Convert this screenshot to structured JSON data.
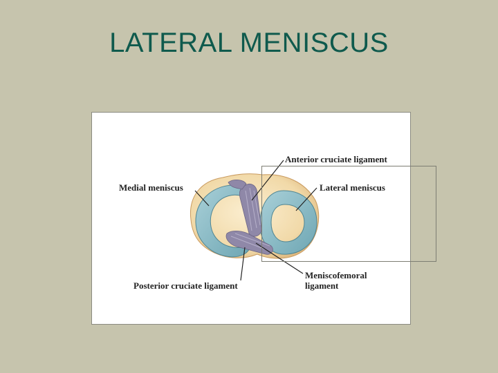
{
  "slide": {
    "title": "LATERAL MENISCUS"
  },
  "diagram": {
    "labels": {
      "anterior_cruciate": "Anterior cruciate ligament",
      "medial_meniscus": "Medial meniscus",
      "lateral_meniscus": "Lateral meniscus",
      "posterior_cruciate": "Posterior cruciate ligament",
      "meniscofemoral_line1": "Meniscofemoral",
      "meniscofemoral_line2": "ligament"
    },
    "colors": {
      "meniscus": "#7fb3bf",
      "tibia": "#f1d9a8",
      "ligament": "#8f88a8",
      "title": "#0f5a4d",
      "background": "#c6c4ad"
    }
  }
}
